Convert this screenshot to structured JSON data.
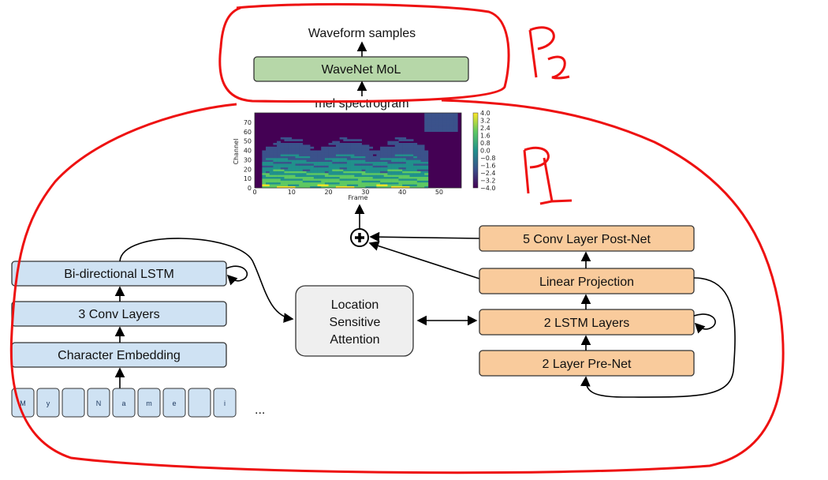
{
  "diagram": {
    "output_label": "Waveform samples",
    "vocoder_box": "WaveNet MoL",
    "spectrogram_label": "mel spectrogram",
    "attention_box": [
      "Location",
      "Sensitive",
      "Attention"
    ],
    "encoder": {
      "boxes": [
        "Bi-directional LSTM",
        "3 Conv Layers",
        "Character Embedding"
      ],
      "input_chars": [
        "M",
        "y",
        "",
        "N",
        "a",
        "m",
        "e",
        "",
        "i"
      ],
      "ellipsis": "..."
    },
    "decoder": {
      "boxes": [
        "5 Conv Layer Post-Net",
        "Linear Projection",
        "2 LSTM Layers",
        "2 Layer Pre-Net"
      ]
    },
    "annotations": {
      "part2": "P2",
      "part1": "P1",
      "color": "#ee1111"
    },
    "colors": {
      "vocoder": "#b6d7a8",
      "encoder": "#cfe2f3",
      "decoder": "#f9cb9c",
      "attention": "#efefef"
    }
  },
  "chart_data": {
    "type": "heatmap",
    "xlabel": "Frame",
    "ylabel": "Channel",
    "xticks": [
      "0",
      "10",
      "20",
      "30",
      "40",
      "50"
    ],
    "yticks": [
      "0",
      "10",
      "20",
      "30",
      "40",
      "50",
      "60",
      "70"
    ],
    "xlim": [
      0,
      56
    ],
    "ylim": [
      0,
      80
    ],
    "colorbar_ticks": [
      "4.0",
      "3.2",
      "2.4",
      "1.6",
      "0.8",
      "0.0",
      "−0.8",
      "−1.6",
      "−2.4",
      "−3.2",
      "−4.0"
    ],
    "colorbar_range": [
      -4.0,
      4.0
    ],
    "colormap": "viridis"
  }
}
